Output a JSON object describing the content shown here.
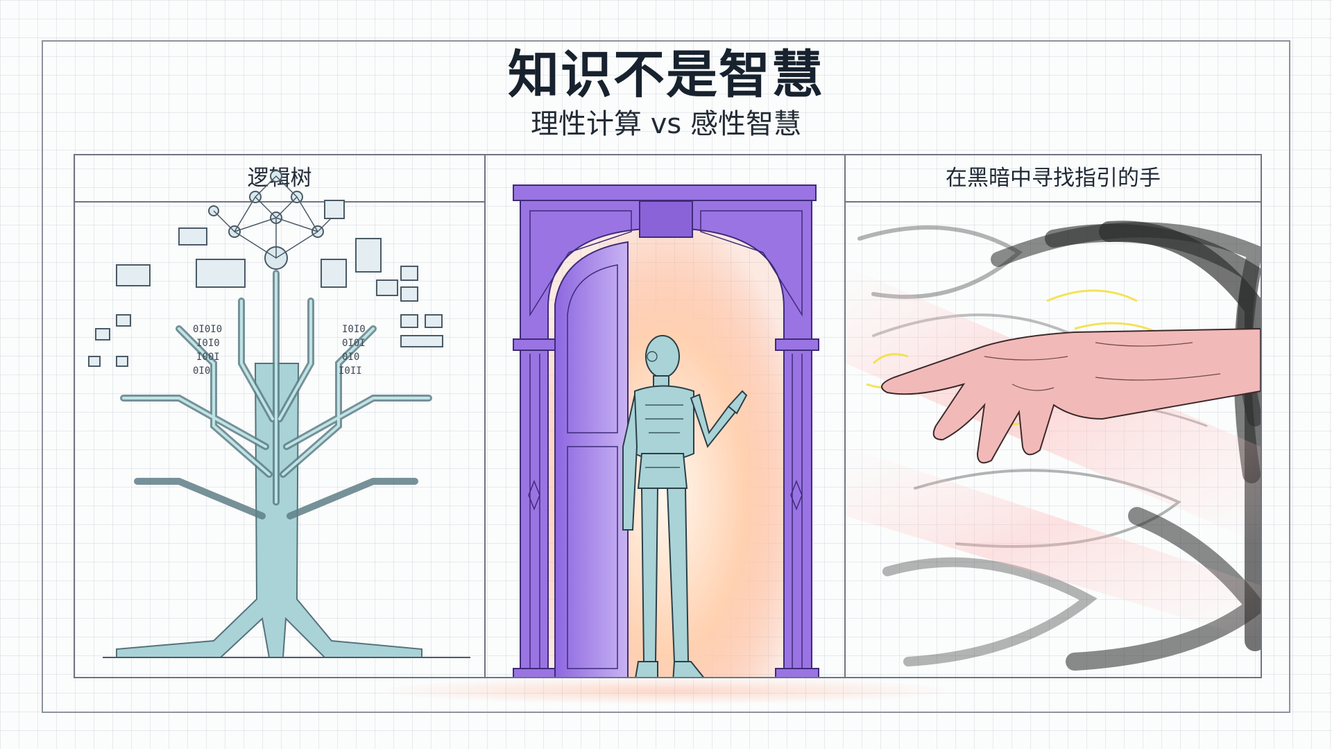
{
  "title": "知识不是智慧",
  "subtitle": "理性计算 vs 感性智慧",
  "panels": {
    "left": {
      "label": "逻辑树"
    },
    "middle": {
      "label": ""
    },
    "right": {
      "label": "在黑暗中寻找指引的手"
    }
  },
  "binary_text": [
    "0I0I0",
    "I0I0",
    "I00I",
    "0I0",
    "I0I0",
    "0I0I",
    "0I0",
    "I0II"
  ],
  "colors": {
    "circuit": "#a9d3d6",
    "door": "#9a74e3",
    "glow": "#ffb08a",
    "hand": "#f2b9b9",
    "ink": "#1f2a36"
  }
}
